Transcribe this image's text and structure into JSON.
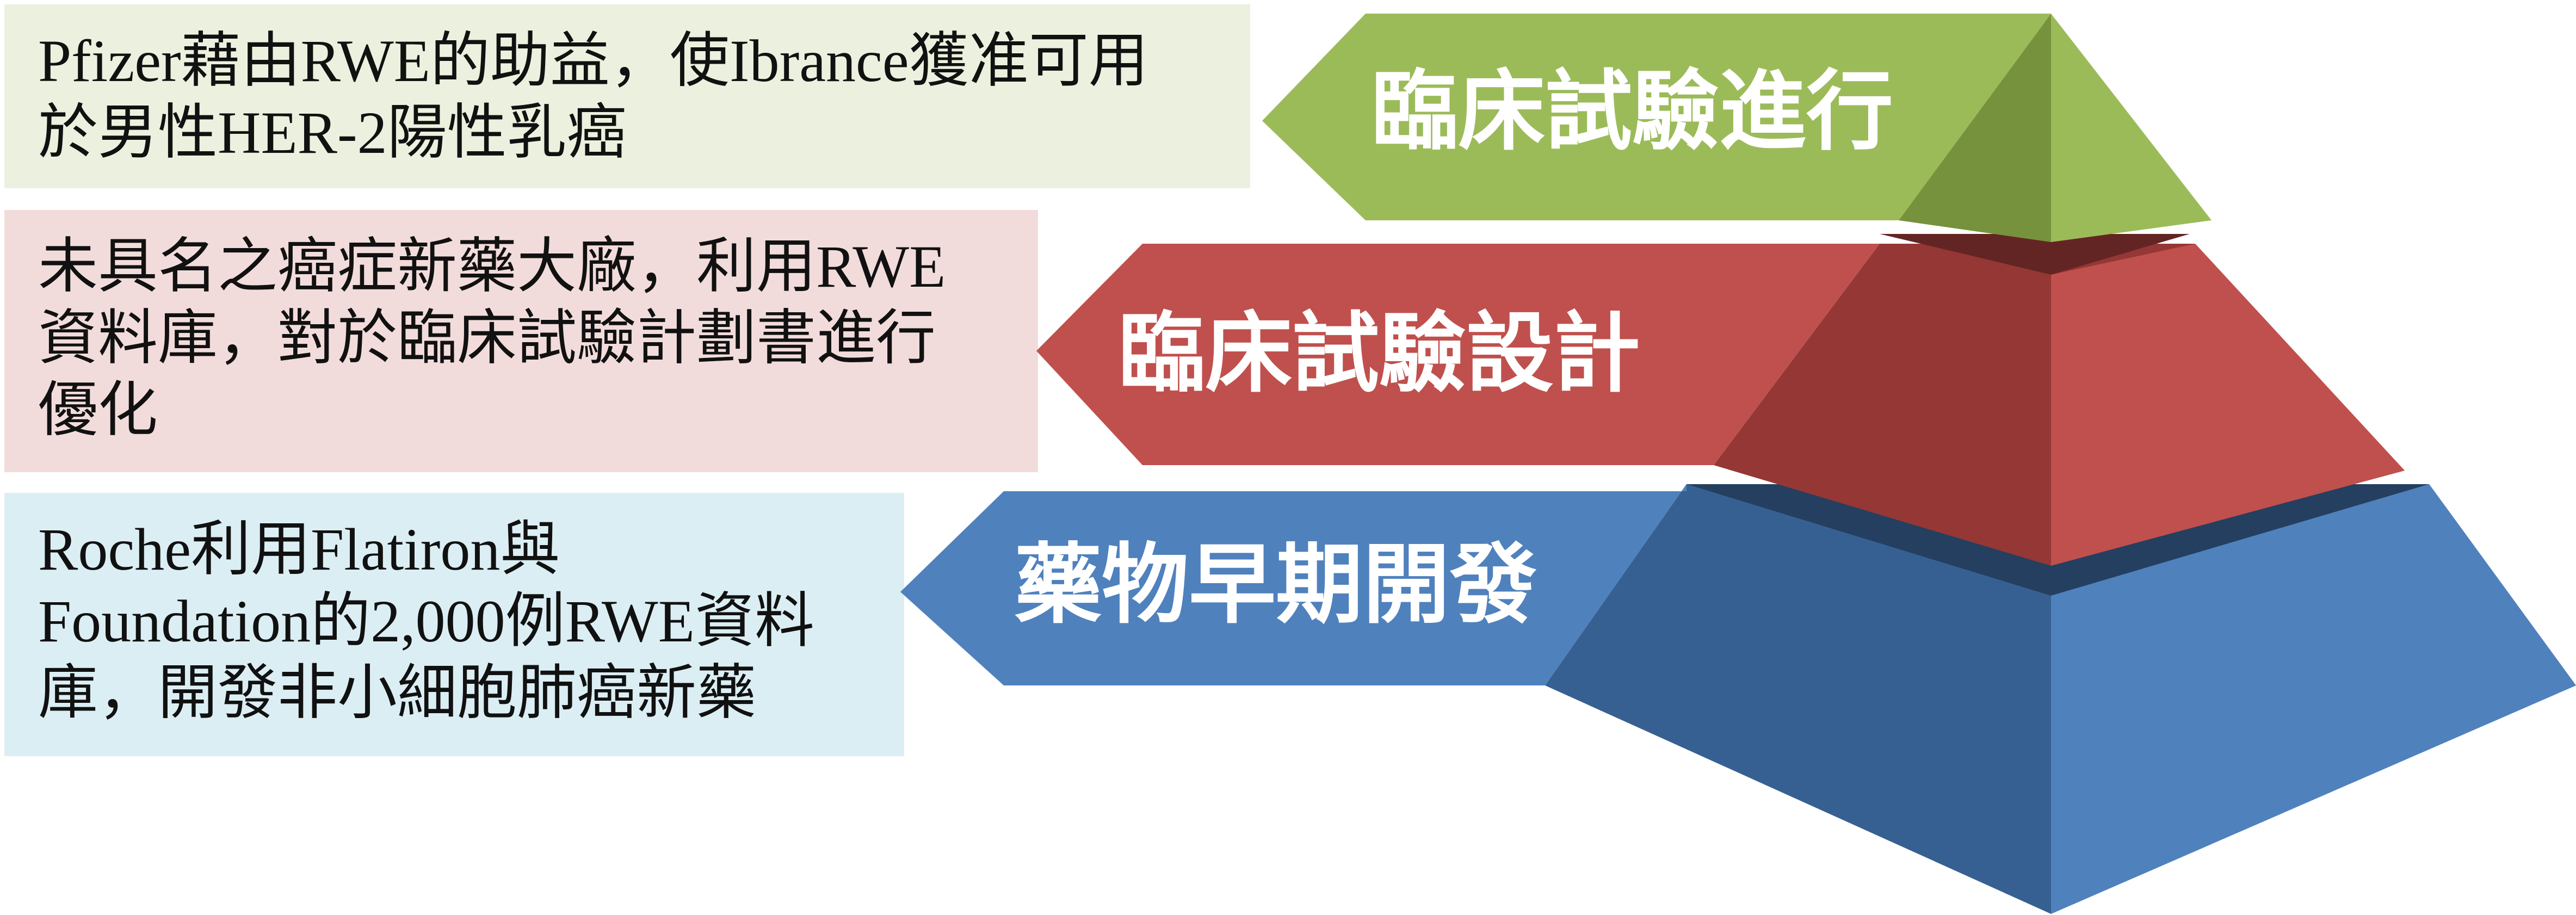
{
  "tiers": [
    {
      "label": "臨床試驗進行",
      "note": [
        "Pfizer藉由RWE的助益，使Ibrance獲准可用",
        "於男性HER-2陽性乳癌"
      ],
      "colors": {
        "front": "#9bbb59",
        "side": "#76923c",
        "top": "#5f7530",
        "note_bg": "#ebf1de"
      }
    },
    {
      "label": "臨床試驗設計",
      "note": [
        "未具名之癌症新藥大廠，利用RWE",
        "資料庫，對於臨床試驗計劃書進行",
        "優化"
      ],
      "colors": {
        "front": "#c0504d",
        "side": "#953735",
        "top": "#632523",
        "note_bg": "#f2dcdb"
      }
    },
    {
      "label": "藥物早期開發",
      "note": [
        "Roche利用Flatiron與",
        "Foundation的2,000例RWE資料",
        "庫，開發非小細胞肺癌新藥"
      ],
      "colors": {
        "front": "#4f81bd",
        "side": "#376092",
        "top": "#243f60",
        "note_bg": "#dbeef4"
      }
    }
  ]
}
